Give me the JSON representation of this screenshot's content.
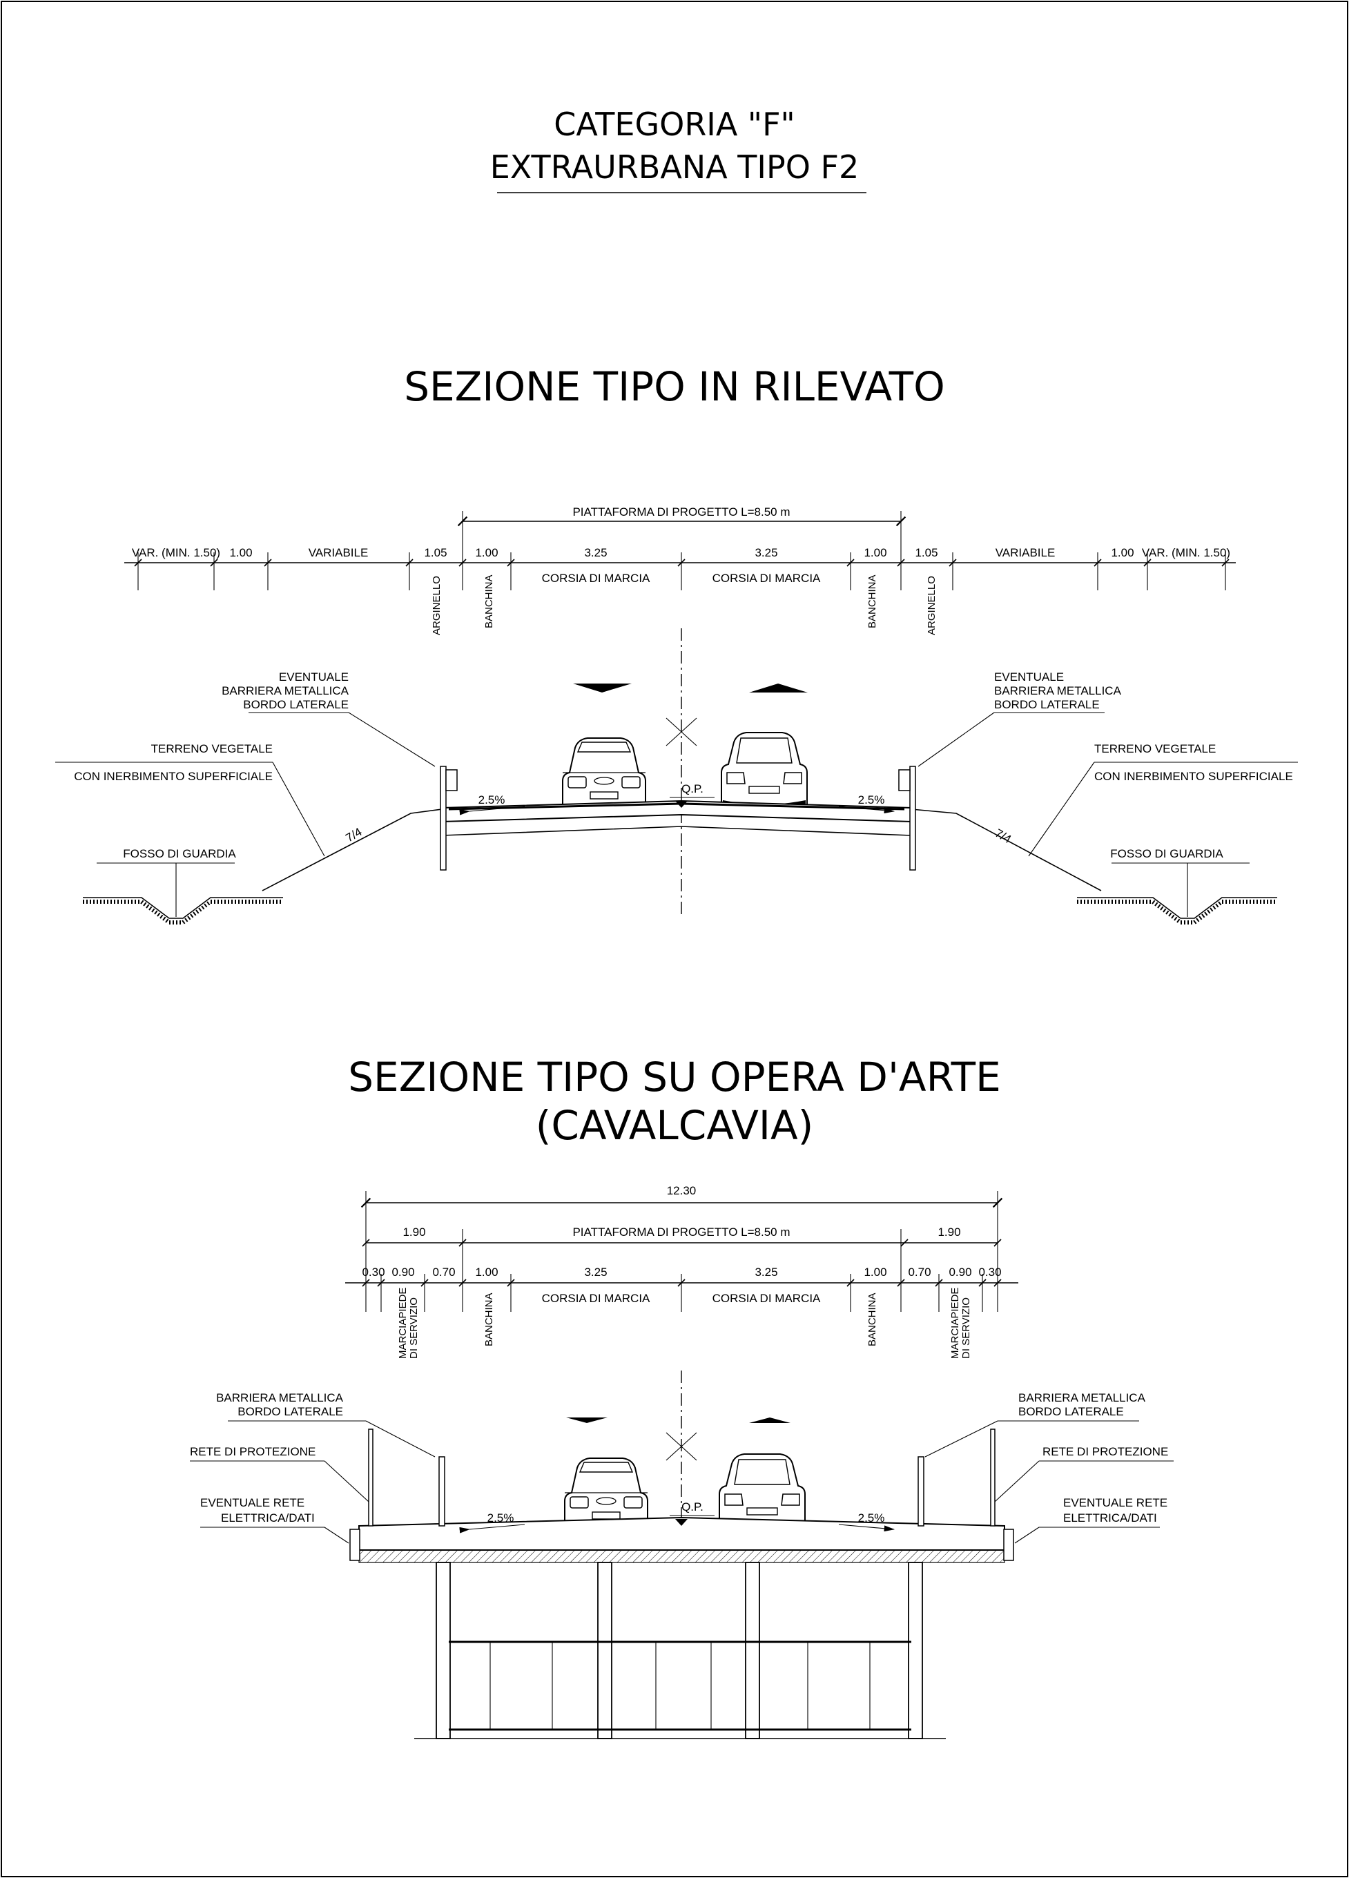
{
  "header": {
    "category": "CATEGORIA \"F\"",
    "type": "EXTRAURBANA TIPO F2"
  },
  "section_embankment": {
    "title": "SEZIONE TIPO IN RILEVATO",
    "platform_label": "PIATTAFORMA DI PROGETTO L=8.50 m",
    "dims": [
      "VAR. (MIN. 1.50)",
      "1.00",
      "VARIABILE",
      "1.05",
      "1.00",
      "3.25",
      "3.25",
      "1.00",
      "1.05",
      "VARIABILE",
      "1.00",
      "VAR. (MIN. 1.50)"
    ],
    "lane_label": "CORSIA DI MARCIA",
    "shoulder_label": "BANCHINA",
    "berm_label": "ARGINELLO",
    "barrier_label": [
      "EVENTUALE",
      "BARRIERA METALLICA",
      "BORDO LATERALE"
    ],
    "soil_label": [
      "TERRENO VEGETALE",
      "CON INERBIMENTO SUPERFICIALE"
    ],
    "ditch_label": "FOSSO DI GUARDIA",
    "slope_label": "7/4",
    "crossfall": "2.5%",
    "profile_point": "Q.P."
  },
  "section_bridge": {
    "title": "SEZIONE TIPO SU OPERA D'ARTE",
    "subtitle": "(CAVALCAVIA)",
    "total_width": "12.30",
    "side_width": "1.90",
    "platform_label": "PIATTAFORMA DI PROGETTO L=8.50 m",
    "dims": [
      "0.30",
      "0.90",
      "0.70",
      "1.00",
      "3.25",
      "3.25",
      "1.00",
      "0.70",
      "0.90",
      "0.30"
    ],
    "lane_label": "CORSIA DI MARCIA",
    "shoulder_label": "BANCHINA",
    "sidewalk_label": [
      "MARCIAPIEDE",
      "DI SERVIZIO"
    ],
    "barrier_label": [
      "BARRIERA METALLICA",
      "BORDO LATERALE"
    ],
    "net_label": "RETE DI PROTEZIONE",
    "utility_label": [
      "EVENTUALE RETE",
      "ELETTRICA/DATI"
    ],
    "crossfall": "2.5%",
    "profile_point": "Q.P."
  }
}
